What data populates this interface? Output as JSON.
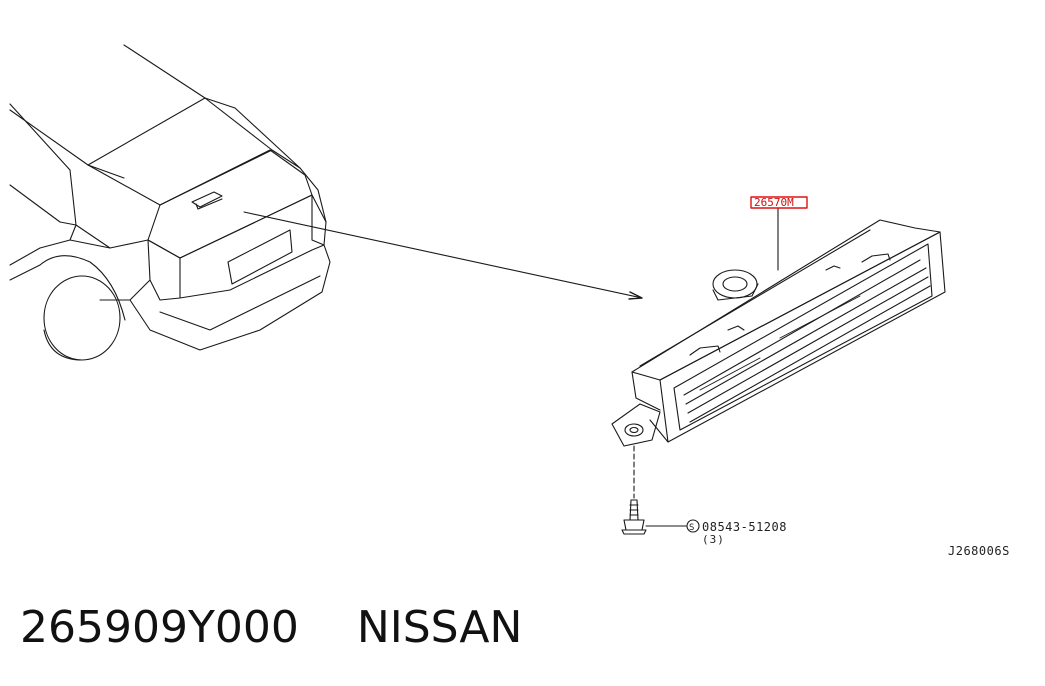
{
  "diagram": {
    "callout_part_number": "26570M",
    "screw_part_number": "08543-51208",
    "screw_symbol": "S",
    "screw_quantity": "(3)",
    "drawing_code": "J268006S"
  },
  "footer": {
    "part_number": "265909Y000",
    "brand": "NISSAN"
  },
  "colors": {
    "line": "#1a1a1a",
    "highlight": "#e01010"
  }
}
